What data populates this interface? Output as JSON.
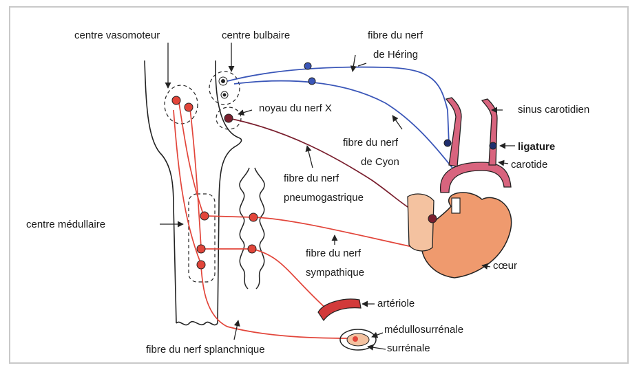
{
  "labels": {
    "centre_vasomoteur": "centre vasomoteur",
    "centre_bulbaire": "centre bulbaire",
    "fibre_hering_1": "fibre du nerf",
    "fibre_hering_2": "de Héring",
    "sinus_carotidien": "sinus carotidien",
    "noyau_nerf_x": "noyau du nerf X",
    "fibre_cyon_1": "fibre du nerf",
    "fibre_cyon_2": "de Cyon",
    "ligature": "ligature",
    "carotide": "carotide",
    "fibre_pneumo_1": "fibre du nerf",
    "fibre_pneumo_2": "pneumogastrique",
    "centre_medullaire": "centre médullaire",
    "fibre_sympa_1": "fibre du nerf",
    "fibre_sympa_2": "sympathique",
    "coeur": "cœur",
    "arteriole": "artériole",
    "medullosurrenale": "médullosurrénale",
    "surrenale": "surrénale",
    "fibre_splanchnique": "fibre du nerf splanchnique"
  },
  "colors": {
    "red_fiber": "#e2453a",
    "blue_fiber": "#3a56b8",
    "dark_fiber": "#7a1f2e",
    "heart": "#ef9a6e",
    "vessel": "#d8647e",
    "frame": "#c9c9c9"
  }
}
